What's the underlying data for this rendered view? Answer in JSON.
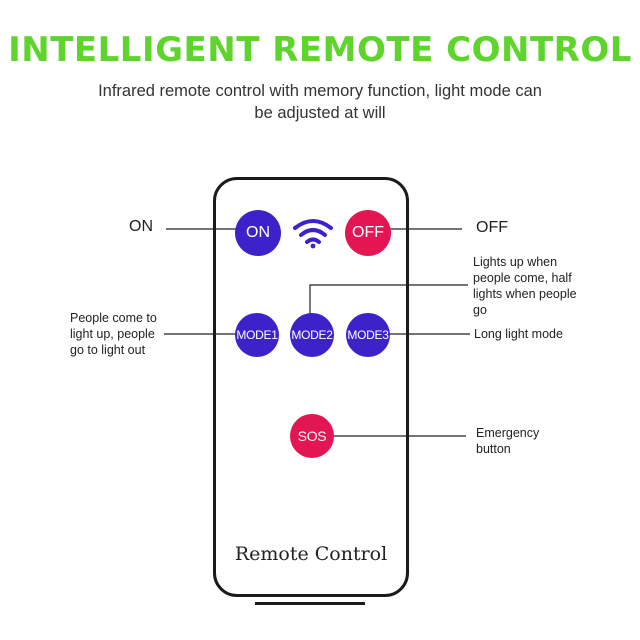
{
  "header": {
    "title": "INTELLIGENT REMOTE CONTROL",
    "subtitle": "Infrared remote control with memory function, light mode can be adjusted at will"
  },
  "remote": {
    "label": "Remote Control",
    "buttons": {
      "on": "ON",
      "off": "OFF",
      "mode1": "MODE1",
      "mode2": "MODE2",
      "mode3": "MODE3",
      "sos": "SOS"
    },
    "icon": "wifi-signal-icon"
  },
  "callouts": {
    "on": "ON",
    "off": "OFF",
    "mode1": "People come to light up, people go to light out",
    "mode2": "Lights up when people come, half lights when people go",
    "mode3": "Long light mode",
    "sos": "Emergency button"
  },
  "colors": {
    "title": "#5ed42c",
    "button_purple": "#3e22c9",
    "button_red": "#e31553",
    "outline": "#1a1a1a"
  }
}
